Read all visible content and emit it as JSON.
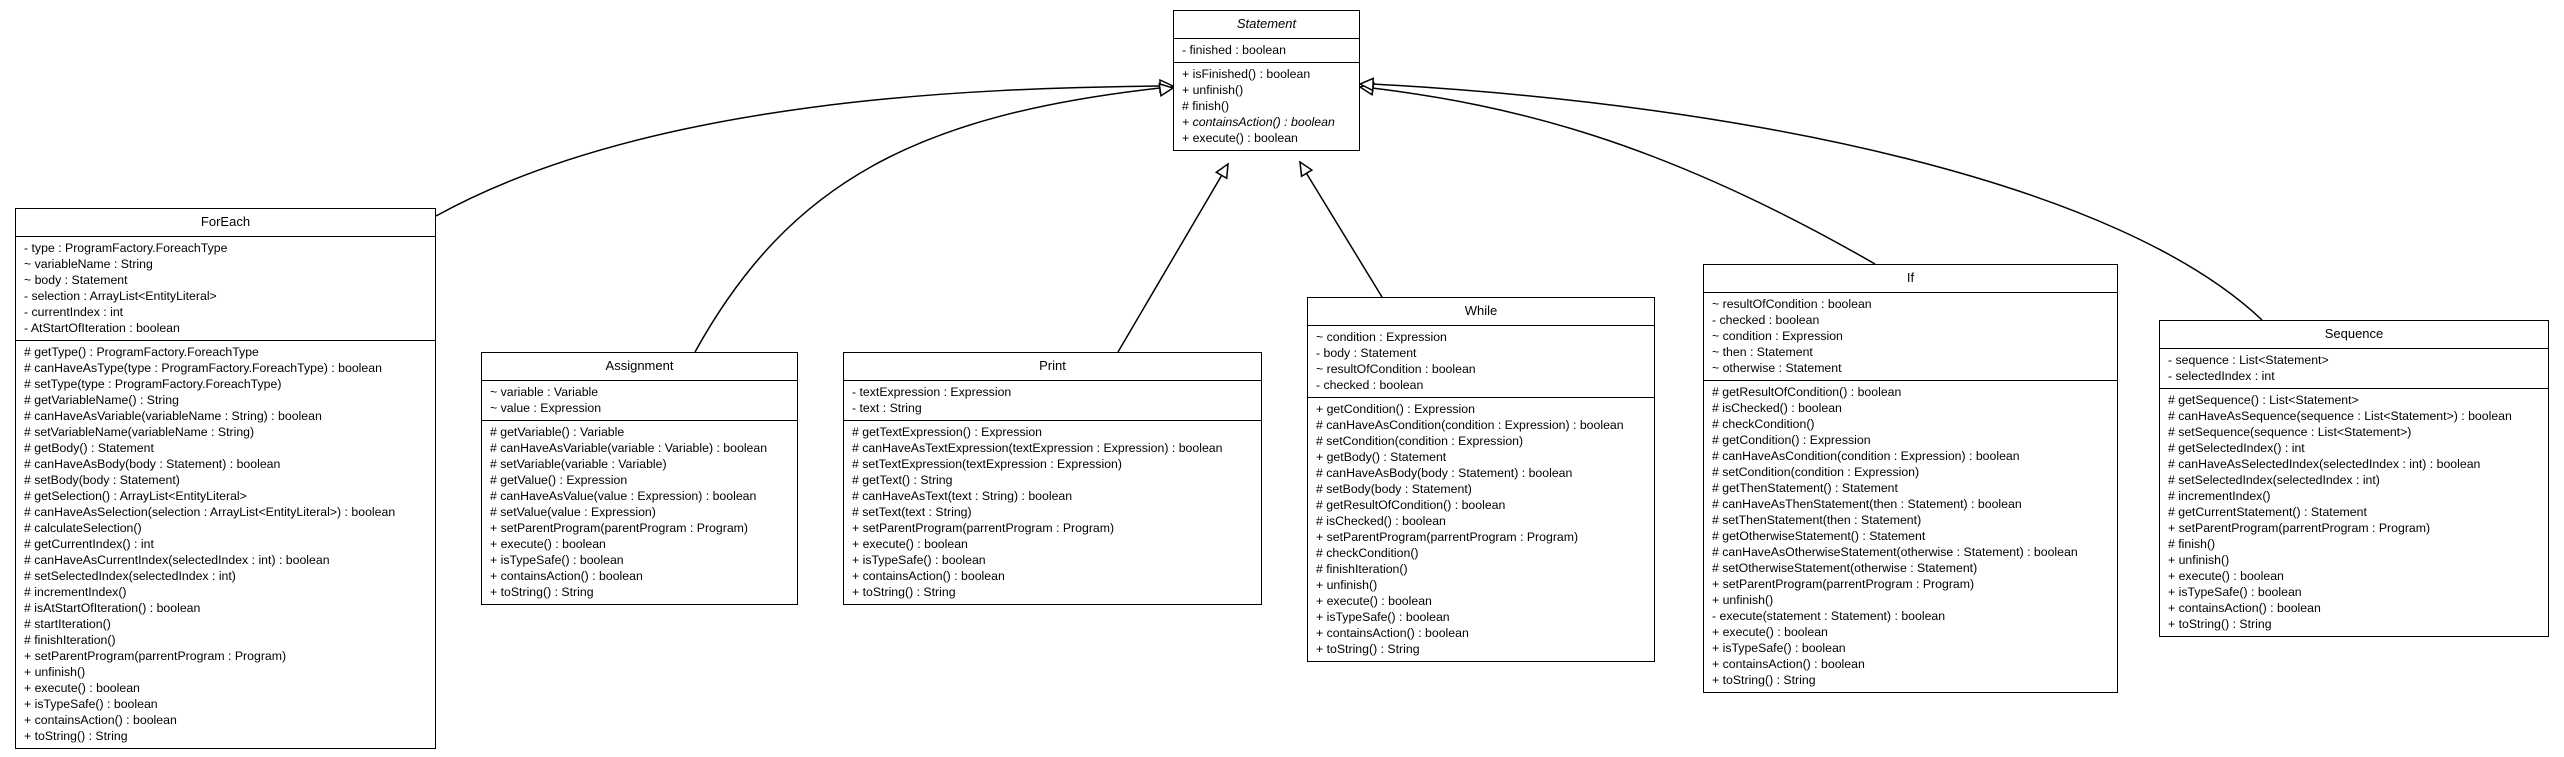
{
  "diagram": {
    "classes": [
      {
        "id": "statement",
        "name": "Statement",
        "abstract": true,
        "attributes": [
          "- finished : boolean"
        ],
        "methods": [
          {
            "text": "+ isFinished() : boolean"
          },
          {
            "text": "+ unfinish()"
          },
          {
            "text": "# finish()"
          },
          {
            "text": "+ containsAction() : boolean",
            "italic": true
          },
          {
            "text": "+ execute() : boolean"
          }
        ]
      },
      {
        "id": "foreach",
        "name": "ForEach",
        "abstract": false,
        "attributes": [
          "- type : ProgramFactory.ForeachType",
          "~ variableName : String",
          "~ body : Statement",
          "- selection : ArrayList<EntityLiteral>",
          "- currentIndex : int",
          "- AtStartOfIteration : boolean"
        ],
        "methods": [
          {
            "text": "# getType() : ProgramFactory.ForeachType"
          },
          {
            "text": "# canHaveAsType(type : ProgramFactory.ForeachType) : boolean"
          },
          {
            "text": "# setType(type : ProgramFactory.ForeachType)"
          },
          {
            "text": "# getVariableName() : String"
          },
          {
            "text": "# canHaveAsVariable(variableName : String) : boolean"
          },
          {
            "text": "# setVariableName(variableName : String)"
          },
          {
            "text": "# getBody() : Statement"
          },
          {
            "text": "# canHaveAsBody(body : Statement) : boolean"
          },
          {
            "text": "# setBody(body : Statement)"
          },
          {
            "text": "# getSelection() : ArrayList<EntityLiteral>"
          },
          {
            "text": "# canHaveAsSelection(selection : ArrayList<EntityLiteral>) : boolean"
          },
          {
            "text": "# calculateSelection()"
          },
          {
            "text": "# getCurrentIndex() : int"
          },
          {
            "text": "# canHaveAsCurrentIndex(selectedIndex : int) : boolean"
          },
          {
            "text": "# setSelectedIndex(selectedIndex : int)"
          },
          {
            "text": "# incrementIndex()"
          },
          {
            "text": "# isAtStartOfIteration() : boolean"
          },
          {
            "text": "# startIteration()"
          },
          {
            "text": "# finishIteration()"
          },
          {
            "text": "+ setParentProgram(parrentProgram : Program)"
          },
          {
            "text": "+ unfinish()"
          },
          {
            "text": "+ execute() : boolean"
          },
          {
            "text": "+ isTypeSafe() : boolean"
          },
          {
            "text": "+ containsAction() : boolean"
          },
          {
            "text": "+ toString() : String"
          }
        ]
      },
      {
        "id": "assignment",
        "name": "Assignment",
        "abstract": false,
        "attributes": [
          "~ variable : Variable",
          "~ value : Expression"
        ],
        "methods": [
          {
            "text": "# getVariable() : Variable"
          },
          {
            "text": "# canHaveAsVariable(variable : Variable) : boolean"
          },
          {
            "text": "# setVariable(variable : Variable)"
          },
          {
            "text": "# getValue() : Expression"
          },
          {
            "text": "# canHaveAsValue(value : Expression) : boolean"
          },
          {
            "text": "# setValue(value : Expression)"
          },
          {
            "text": "+ setParentProgram(parentProgram : Program)"
          },
          {
            "text": "+ execute() : boolean"
          },
          {
            "text": "+ isTypeSafe() : boolean"
          },
          {
            "text": "+ containsAction() : boolean"
          },
          {
            "text": "+ toString() : String"
          }
        ]
      },
      {
        "id": "print",
        "name": "Print",
        "abstract": false,
        "attributes": [
          "- textExpression : Expression",
          "- text : String"
        ],
        "methods": [
          {
            "text": "# getTextExpression() : Expression"
          },
          {
            "text": "# canHaveAsTextExpression(textExpression : Expression) : boolean"
          },
          {
            "text": "# setTextExpression(textExpression : Expression)"
          },
          {
            "text": "# getText() : String"
          },
          {
            "text": "# canHaveAsText(text : String) : boolean"
          },
          {
            "text": "# setText(text : String)"
          },
          {
            "text": "+ setParentProgram(parrentProgram : Program)"
          },
          {
            "text": "+ execute() : boolean"
          },
          {
            "text": "+ isTypeSafe() : boolean"
          },
          {
            "text": "+ containsAction() : boolean"
          },
          {
            "text": "+ toString() : String"
          }
        ]
      },
      {
        "id": "while",
        "name": "While",
        "abstract": false,
        "attributes": [
          "~ condition : Expression",
          "- body : Statement",
          "~ resultOfCondition : boolean",
          "- checked : boolean"
        ],
        "methods": [
          {
            "text": "+ getCondition() : Expression"
          },
          {
            "text": "# canHaveAsCondition(condition : Expression) : boolean"
          },
          {
            "text": "# setCondition(condition : Expression)"
          },
          {
            "text": "+ getBody() : Statement"
          },
          {
            "text": "# canHaveAsBody(body : Statement) : boolean"
          },
          {
            "text": "# setBody(body : Statement)"
          },
          {
            "text": "# getResultOfCondition() : boolean"
          },
          {
            "text": "# isChecked() : boolean"
          },
          {
            "text": "+ setParentProgram(parrentProgram : Program)"
          },
          {
            "text": "# checkCondition()"
          },
          {
            "text": "# finishIteration()"
          },
          {
            "text": "+ unfinish()"
          },
          {
            "text": "+ execute() : boolean"
          },
          {
            "text": "+ isTypeSafe() : boolean"
          },
          {
            "text": "+ containsAction() : boolean"
          },
          {
            "text": "+ toString() : String"
          }
        ]
      },
      {
        "id": "if",
        "name": "If",
        "abstract": false,
        "attributes": [
          "~ resultOfCondition : boolean",
          "- checked : boolean",
          "~ condition : Expression",
          "~ then : Statement",
          "~ otherwise : Statement"
        ],
        "methods": [
          {
            "text": "# getResultOfCondition() : boolean"
          },
          {
            "text": "# isChecked() : boolean"
          },
          {
            "text": "# checkCondition()"
          },
          {
            "text": "# getCondition() : Expression"
          },
          {
            "text": "# canHaveAsCondition(condition : Expression) : boolean"
          },
          {
            "text": "# setCondition(condition : Expression)"
          },
          {
            "text": "# getThenStatement() : Statement"
          },
          {
            "text": "# canHaveAsThenStatement(then : Statement) : boolean"
          },
          {
            "text": "# setThenStatement(then : Statement)"
          },
          {
            "text": "# getOtherwiseStatement() : Statement"
          },
          {
            "text": "# canHaveAsOtherwiseStatement(otherwise : Statement) : boolean"
          },
          {
            "text": "# setOtherwiseStatement(otherwise : Statement)"
          },
          {
            "text": "+ setParentProgram(parrentProgram : Program)"
          },
          {
            "text": "+ unfinish()"
          },
          {
            "text": "- execute(statement : Statement) : boolean"
          },
          {
            "text": "+ execute() : boolean"
          },
          {
            "text": "+ isTypeSafe() : boolean"
          },
          {
            "text": "+ containsAction() : boolean"
          },
          {
            "text": "+ toString() : String"
          }
        ]
      },
      {
        "id": "sequence",
        "name": "Sequence",
        "abstract": false,
        "attributes": [
          "- sequence : List<Statement>",
          "- selectedIndex : int"
        ],
        "methods": [
          {
            "text": "# getSequence() : List<Statement>"
          },
          {
            "text": "# canHaveAsSequence(sequence : List<Statement>) : boolean"
          },
          {
            "text": "# setSequence(sequence : List<Statement>)"
          },
          {
            "text": "# getSelectedIndex() : int"
          },
          {
            "text": "# canHaveAsSelectedIndex(selectedIndex : int) : boolean"
          },
          {
            "text": "# setSelectedIndex(selectedIndex : int)"
          },
          {
            "text": "# incrementIndex()"
          },
          {
            "text": "# getCurrentStatement() : Statement"
          },
          {
            "text": "+ setParentProgram(parrentProgram : Program)"
          },
          {
            "text": "# finish()"
          },
          {
            "text": "+ unfinish()"
          },
          {
            "text": "+ execute() : boolean"
          },
          {
            "text": "+ isTypeSafe() : boolean"
          },
          {
            "text": "+ containsAction() : boolean"
          },
          {
            "text": "+ toString() : String"
          }
        ]
      }
    ],
    "generalizations": [
      {
        "from": "foreach",
        "to": "statement"
      },
      {
        "from": "assignment",
        "to": "statement"
      },
      {
        "from": "print",
        "to": "statement"
      },
      {
        "from": "while",
        "to": "statement"
      },
      {
        "from": "if",
        "to": "statement"
      },
      {
        "from": "sequence",
        "to": "statement"
      }
    ]
  }
}
